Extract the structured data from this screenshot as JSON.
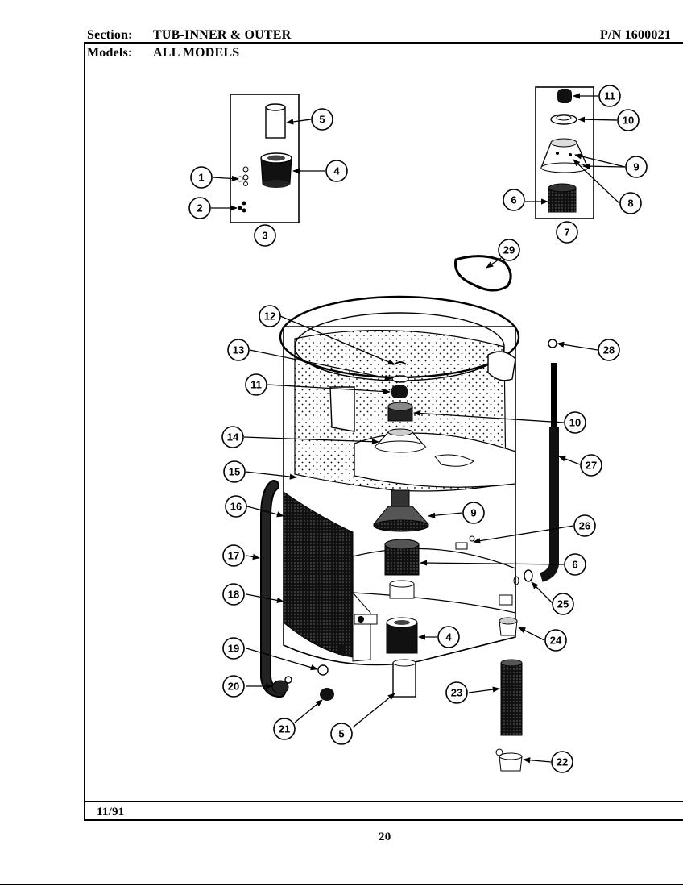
{
  "header": {
    "section_label": "Section:",
    "section_value": "TUB-INNER & OUTER",
    "part_number": "P/N 1600021",
    "models_label": "Models:",
    "models_value": "ALL MODELS"
  },
  "footer": {
    "date": "11/91",
    "page_number": "20"
  },
  "callouts": {
    "c1": "1",
    "c2": "2",
    "c3": "3",
    "c4a": "4",
    "c5a": "5",
    "c11a": "11",
    "c10a": "10",
    "c9a": "9",
    "c8": "8",
    "c6a": "6",
    "c7": "7",
    "c29": "29",
    "c12": "12",
    "c13": "13",
    "c11b": "11",
    "c10b": "10",
    "c14": "14",
    "c15": "15",
    "c16": "16",
    "c17": "17",
    "c18": "18",
    "c19": "19",
    "c20": "20",
    "c21": "21",
    "c5b": "5",
    "c4b": "4",
    "c9b": "9",
    "c6b": "6",
    "c28": "28",
    "c27": "27",
    "c26": "26",
    "c25": "25",
    "c24": "24",
    "c23": "23",
    "c22": "22"
  }
}
